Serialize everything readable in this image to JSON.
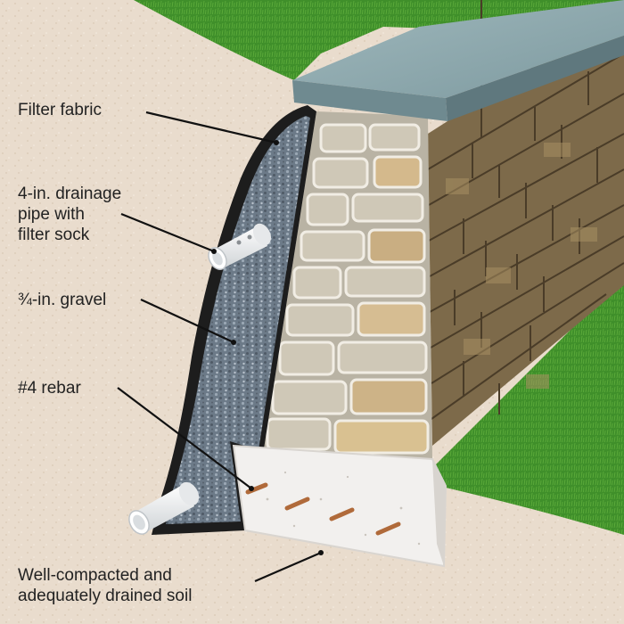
{
  "labels": {
    "filter_fabric": "Filter fabric",
    "drainage_pipe": [
      "4-in. drainage",
      "pipe with",
      "filter sock"
    ],
    "gravel": "¾-in. gravel",
    "rebar": "#4 rebar",
    "soil": [
      "Well-compacted and",
      "adequately drained soil"
    ]
  },
  "colors": {
    "soil": "#e9dccd",
    "grass": "#3f8f2a",
    "cap_stone": "#8fa9ae",
    "stone_face": "#b9b3a4",
    "stone_side": "#7d6a4a",
    "gravel": "#6c7a88",
    "fabric": "#1d1d1d",
    "footing": "#f2f0ee",
    "rebar": "#b06a3a",
    "pipe": "#f4f4f4",
    "leader": "#111111"
  }
}
